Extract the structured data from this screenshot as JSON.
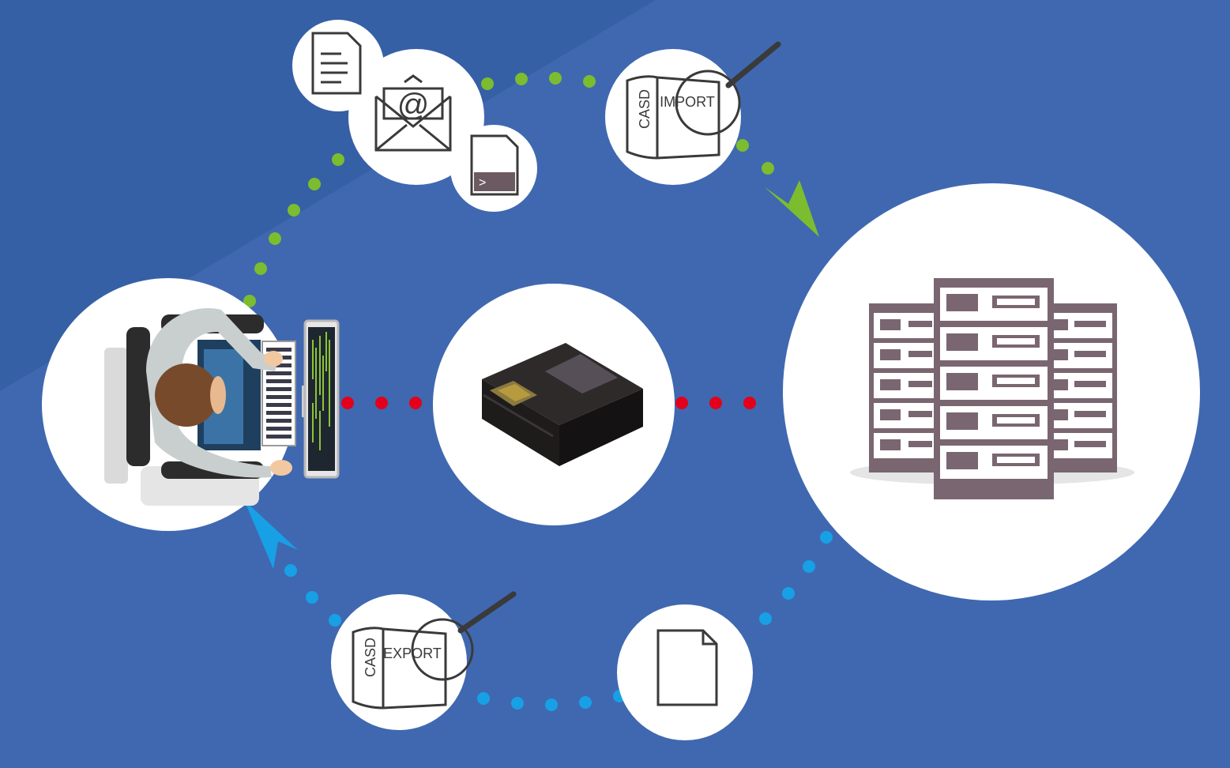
{
  "colors": {
    "background": "#3f68b0",
    "background_dark_wedge": "#3660a5",
    "import_flow": "#7bbd2e",
    "export_flow": "#18a0e6",
    "link": "#e3001b",
    "icon_stroke": "#3a3a3a",
    "server": "#7a6670"
  },
  "nodes": {
    "workstation": {
      "icon": "user-at-computer-icon"
    },
    "appliance": {
      "icon": "black-box-appliance-icon"
    },
    "server_farm": {
      "icon": "server-racks-icon"
    },
    "import_inputs": {
      "icons": [
        "document-icon",
        "email-at-icon",
        "terminal-file-icon"
      ]
    },
    "casd_import": {
      "icon": "casd-box-magnifier-icon",
      "brand": "CASD",
      "label": "IMPORT"
    },
    "casd_export": {
      "icon": "casd-box-magnifier-icon",
      "brand": "CASD",
      "label": "EXPORT"
    },
    "output_file": {
      "icon": "blank-file-icon"
    }
  },
  "flows": {
    "import": {
      "color_key": "import_flow",
      "arrow": "green-arrow-icon"
    },
    "export": {
      "color_key": "export_flow",
      "arrow": "blue-arrow-icon"
    },
    "link": {
      "color_key": "link"
    }
  }
}
